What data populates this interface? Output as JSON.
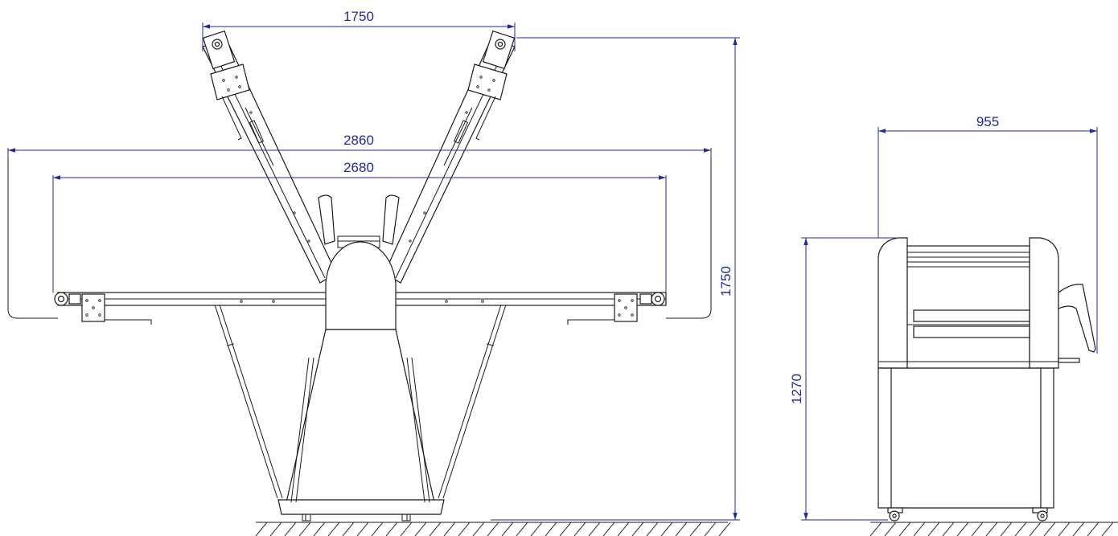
{
  "colors": {
    "dimension": "#1f2a9e",
    "outline": "#1a1a1a",
    "background": "#ffffff"
  },
  "dimensions": {
    "folded_width": "1750",
    "total_length": "2860",
    "belt_length": "2680",
    "total_height": "1750",
    "side_depth": "955",
    "side_height": "1270"
  }
}
